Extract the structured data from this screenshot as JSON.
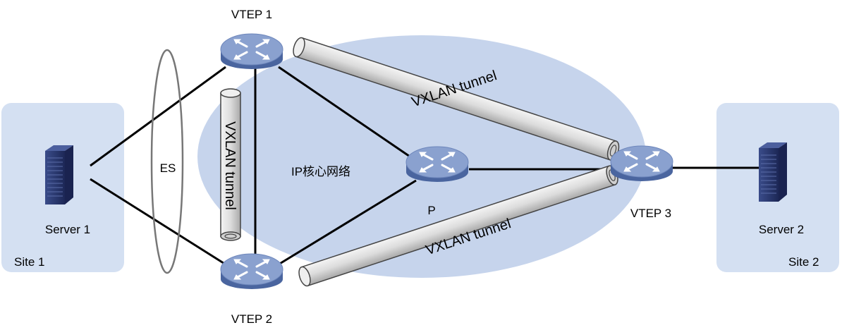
{
  "colors": {
    "core_cloud": "#c6d4ec",
    "site_box": "#d4e0f2",
    "router_body": "#5d7ab3",
    "router_top": "#91a8d5",
    "link": "#000000",
    "tunnel_fill": "#e0e0e0",
    "tunnel_stroke": "#444444",
    "server_body": "#2a3a72"
  },
  "nodes": {
    "vtep1": "VTEP 1",
    "vtep2": "VTEP 2",
    "vtep3": "VTEP 3",
    "p": "P",
    "server1": "Server 1",
    "server2": "Server 2"
  },
  "labels": {
    "es": "ES",
    "core_network": "IP核心网络",
    "site1": "Site 1",
    "site2": "Site 2"
  },
  "tunnels": {
    "top": "VXLAN tunnel",
    "bottom": "VXLAN tunnel",
    "vertical": "VXLAN tunnel"
  },
  "icons": {
    "router": "router-icon",
    "server": "server-icon"
  }
}
